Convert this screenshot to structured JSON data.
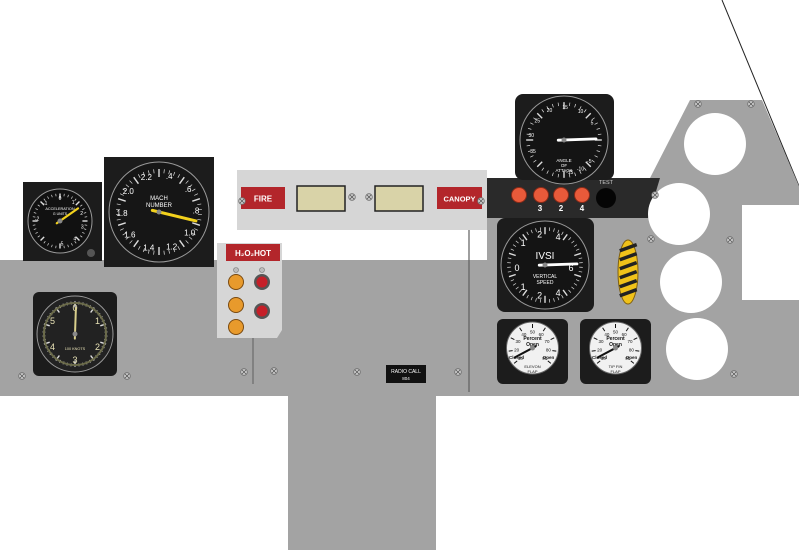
{
  "colors": {
    "panel": "#a3a3a3",
    "panel_edge": "#8f8f8f",
    "light_panel": "#d6d6d6",
    "warn_red": "#b3262b",
    "window": "#d9d3a8",
    "bezel": "#1c1c1c",
    "dial_face": "#bdbdbd",
    "amber": "#e89a2c",
    "red_lamp": "#c61f28",
    "orange_btn": "#e85a3a",
    "needle_yellow": "#f2d11c",
    "tab_yellow": "#f0c21a",
    "trim_dark": "#2a2a2a"
  },
  "instruments": {
    "accelerometer": {
      "label": "ACCELERATION",
      "sublabel": "G UNITS",
      "ticks": [
        "0",
        "1",
        "2",
        "3",
        "4",
        "5",
        "-1",
        "-2"
      ]
    },
    "mach": {
      "label_line1": "MACH",
      "label_line2": "NUMBER",
      "ticks": [
        "2.2",
        ".4",
        ".6",
        ".8",
        "1.0",
        "1.2",
        "1.4",
        "1.6",
        "1.8",
        "2.0"
      ],
      "value": 1.02
    },
    "airspeed": {
      "label": "100 KNOTS",
      "ticks": [
        "0",
        "1",
        "2",
        "3",
        "4",
        "5"
      ]
    },
    "aoa": {
      "label_line1": "ANGLE",
      "label_line2": "OF",
      "label_line3": "ATTACK",
      "ticks": [
        "5",
        "10",
        "15",
        "20",
        "25",
        "30",
        "35",
        "-5",
        "-10",
        "-15"
      ]
    },
    "ivsi": {
      "label": "IVSI",
      "sub1": "VERTICAL",
      "sub2": "SPEED",
      "ticks": [
        "0",
        "1",
        "2",
        "4",
        "6",
        "1",
        "2",
        "4"
      ]
    },
    "elevon": {
      "title": "Percent",
      "title2": "Open",
      "closed": "Closed",
      "open": "Open",
      "label1": "ELEVON",
      "label2": "FLAP",
      "ticks": [
        "10",
        "20",
        "30",
        "40",
        "50",
        "60",
        "70",
        "80",
        "90"
      ]
    },
    "tipfin": {
      "title": "Percent",
      "title2": "Open",
      "closed": "Closed",
      "open": "Open",
      "label1": "TIP FIN",
      "label2": "FLAP",
      "ticks": [
        "10",
        "20",
        "30",
        "40",
        "50",
        "60",
        "70",
        "80",
        "90"
      ]
    }
  },
  "warning_panel": {
    "fire": "FIRE",
    "canopy": "CANOPY"
  },
  "h2o2_panel": {
    "title": "H₂O₂HOT"
  },
  "buttons": {
    "labels": [
      "3",
      "2",
      "4"
    ],
    "test": "TEST"
  },
  "radio_call": {
    "line1": "RADIO CALL",
    "line2": "804"
  }
}
